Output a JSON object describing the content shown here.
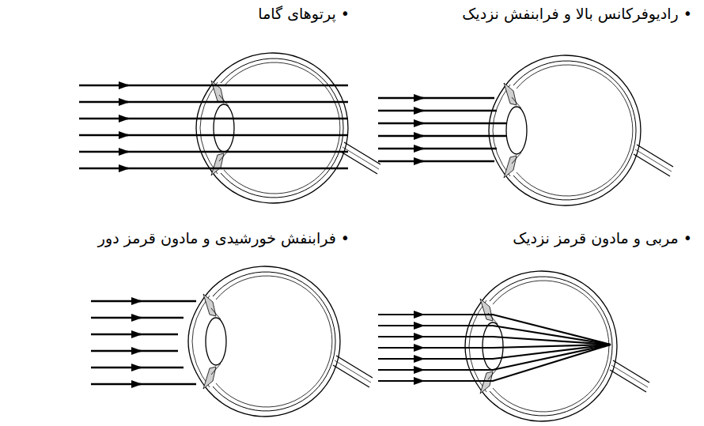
{
  "diagram": {
    "labels": [
      "• رادیوفرکانس بالا و فرابنفش نزدیک",
      "• پرتوهای گاما",
      "• مربی و مادون قرمز نزدیک",
      "• فرابنفش خورشیدی و مادون قرمز دور"
    ]
  }
}
